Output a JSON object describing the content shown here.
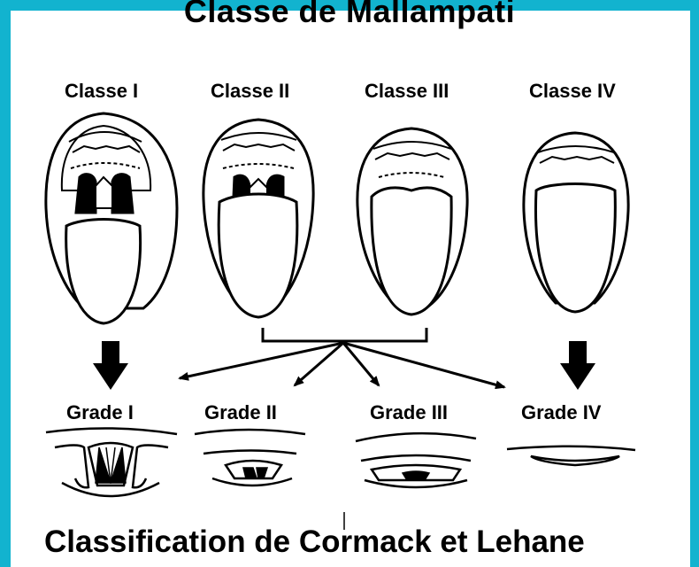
{
  "colors": {
    "frame": "#12b3cf",
    "ink": "#000000",
    "background": "#ffffff"
  },
  "title": "Classe de Mallampati",
  "mallampati_classes": [
    "Classe I",
    "Classe II",
    "Classe III",
    "Classe IV"
  ],
  "cormack_grades": [
    "Grade I",
    "Grade II",
    "Grade III",
    "Grade IV"
  ],
  "bottom_title": "Classification de Cormack et Lehane"
}
